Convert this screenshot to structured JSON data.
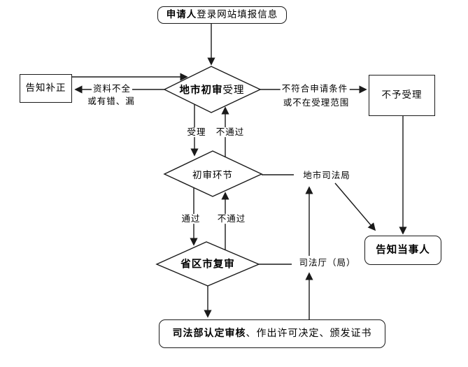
{
  "diagram": {
    "description": "approval-process-flowchart",
    "colors": {
      "line": "#1a1a1a",
      "background": "#ffffff",
      "text": "#000000"
    },
    "nodes": {
      "start": {
        "shape": "rounded-rect",
        "bold": "申请人",
        "rest": "登录网站填报信息"
      },
      "notify_correction": {
        "shape": "rect",
        "label": "告知补正"
      },
      "city_initial_review": {
        "shape": "diamond",
        "bold": "地市初审",
        "rest": "受理"
      },
      "not_accepted": {
        "shape": "rect",
        "label": "不予受理"
      },
      "initial_review_step": {
        "shape": "diamond",
        "label": "初审环节"
      },
      "province_recheck": {
        "shape": "diamond",
        "label": "省区市复审"
      },
      "notify_party": {
        "shape": "rounded-rect",
        "label": "告知当事人"
      },
      "ministry_review": {
        "shape": "rounded-rect",
        "bold": "司法部认定审核",
        "rest": "、作出许可决定、颁发证书"
      }
    },
    "edge_labels": {
      "materials_incomplete_line1": "资料不全",
      "materials_incomplete_line2": "或有错、漏",
      "not_eligible_line1": "不符合申请条件",
      "not_eligible_line2": "或不在受理范围",
      "accepted": "受理",
      "fail_top": "不通过",
      "pass": "通过",
      "fail_bottom": "不通过",
      "city_justice_bureau": "地市司法局",
      "provincial_justice_dept": "司法厅（局）"
    }
  }
}
